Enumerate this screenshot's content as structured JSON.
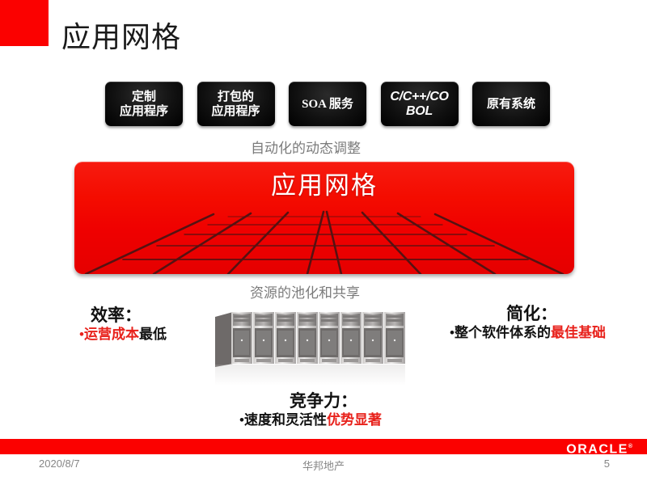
{
  "slide": {
    "title": "应用网格",
    "accent_color": "#fb0100",
    "emphasis_color": "#e8211b",
    "muted_color": "#7b7b7b"
  },
  "source_boxes": {
    "label": "source-application-types",
    "items": [
      {
        "name": "custom-application",
        "line1": "定制",
        "line2": "应用程序",
        "script": "cjk"
      },
      {
        "name": "packaged-application",
        "line1": "打包的",
        "line2": "应用程序",
        "script": "cjk"
      },
      {
        "name": "soa-service",
        "line1": "SOA 服务",
        "line2": "",
        "script": "cjk"
      },
      {
        "name": "c-cpp-cobol",
        "line1": "C/C++/CO",
        "line2": "BOL",
        "script": "latin"
      },
      {
        "name": "legacy-system",
        "line1": "原有系统",
        "line2": "",
        "script": "cjk"
      }
    ]
  },
  "captions": {
    "top": "自动化的动态调整",
    "bottom": "资源的池化和共享"
  },
  "grid_panel": {
    "label": "应用网格",
    "fill_color": "#ef0000",
    "line_color": "#4a1010"
  },
  "servers": {
    "name": "server-pool",
    "count": 8
  },
  "callouts": [
    {
      "name": "efficiency",
      "heading": "效率：",
      "bullet_mark": "•",
      "bullet_red": "运营成本",
      "bullet_black": "最低",
      "red_first": true
    },
    {
      "name": "simplification",
      "heading": "简化：",
      "bullet_mark": "•",
      "bullet_black": "整个软件体系的",
      "bullet_red": "最佳基础",
      "red_first": false
    },
    {
      "name": "competitiveness",
      "heading": "竞争力：",
      "bullet_mark": "•",
      "bullet_black": "速度和灵活性",
      "bullet_red": "优势显著",
      "red_first": false
    }
  ],
  "footer": {
    "date": "2020/8/7",
    "center": "华邦地产",
    "page": "5",
    "logo": "ORACLE",
    "logo_mark": "®"
  }
}
